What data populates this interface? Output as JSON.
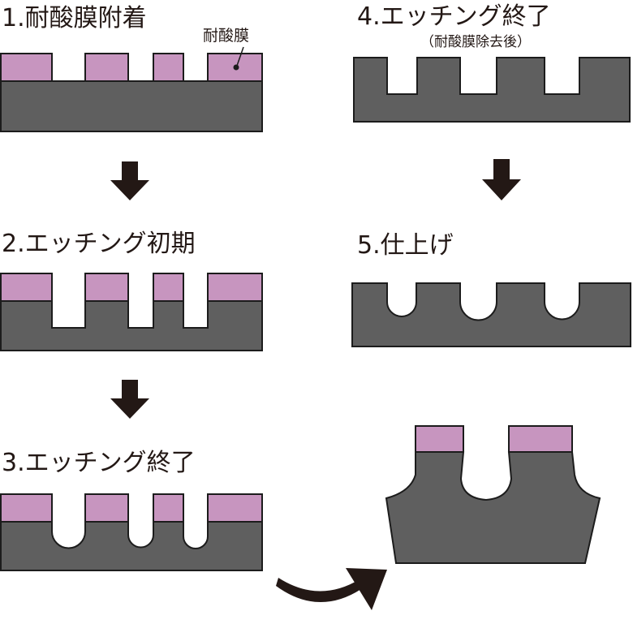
{
  "colors": {
    "substrate": "#5f5f5f",
    "resist": "#c795bf",
    "outline": "#1c1c1c",
    "arrow": "#231815",
    "text": "#231815"
  },
  "steps": {
    "s1": {
      "title": "1.耐酸膜附着",
      "annotation": "耐酸膜"
    },
    "s2": {
      "title": "2.エッチング初期"
    },
    "s3": {
      "title": "3.エッチング終了"
    },
    "s4": {
      "title": "4.エッチング終了",
      "subtitle": "（耐酸膜除去後）"
    },
    "s5": {
      "title": "5.仕上げ"
    }
  }
}
